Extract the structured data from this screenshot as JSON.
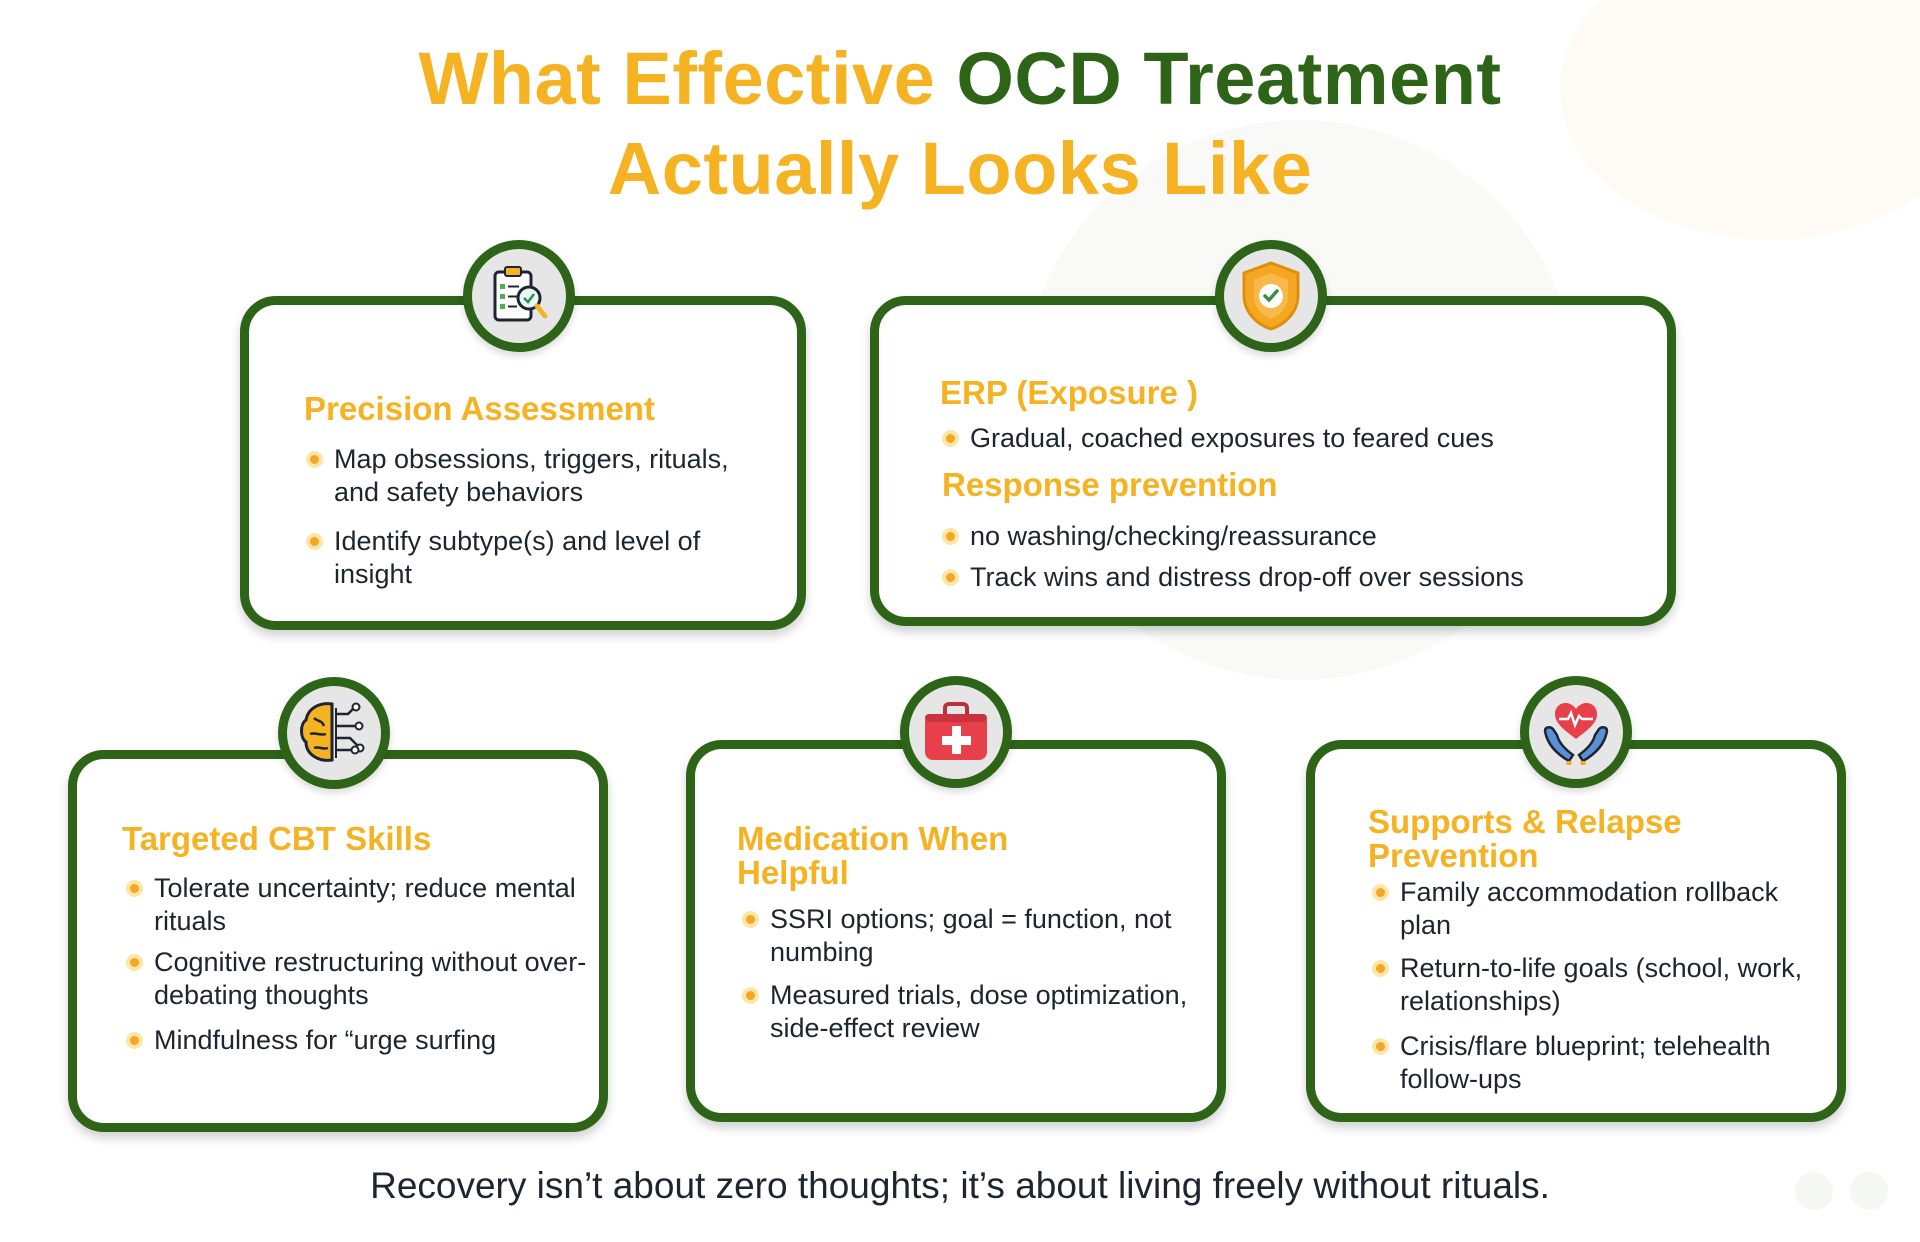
{
  "title": {
    "line1_orange": "What Effective",
    "line1_green": "OCD Treatment",
    "line2": "Actually Looks Like"
  },
  "cards": {
    "assessment": {
      "icon": "clipboard-magnifier-icon",
      "heading": "Precision Assessment",
      "items": [
        "Map obsessions, triggers, rituals, and safety behaviors",
        "Identify subtype(s) and level of insight"
      ]
    },
    "erp": {
      "icon": "shield-check-icon",
      "heading": "ERP (Exposure )",
      "items": [
        "Gradual, coached exposures to feared cues"
      ],
      "subheading": "Response prevention",
      "sub_items": [
        "no washing/checking/reassurance",
        "Track wins and distress drop-off over sessions"
      ]
    },
    "cbt": {
      "icon": "brain-circuit-icon",
      "heading": "Targeted CBT Skills",
      "items": [
        "Tolerate uncertainty; reduce mental rituals",
        "Cognitive restructuring without over-debating thoughts",
        "Mindfulness for “urge surfing"
      ]
    },
    "medication": {
      "icon": "first-aid-kit-icon",
      "heading": "Medication When Helpful",
      "items": [
        "SSRI options; goal = function, not numbing",
        "Measured trials, dose optimization, side-effect review"
      ]
    },
    "supports": {
      "icon": "heart-hands-icon",
      "heading": "Supports & Relapse Prevention",
      "items": [
        "Family accommodation rollback plan",
        "Return-to-life goals (school, work, relationships)",
        "Crisis/flare blueprint; telehealth follow-ups"
      ]
    }
  },
  "footer": "Recovery isn’t about zero thoughts; it’s about living freely without rituals.",
  "colors": {
    "accent": "#f5b324",
    "brand_green": "#2e6417",
    "text": "#1d2530"
  }
}
